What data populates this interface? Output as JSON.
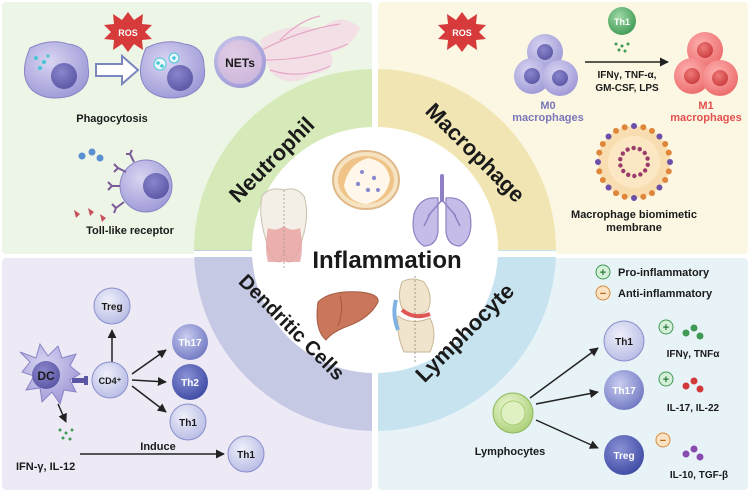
{
  "center": {
    "title": "Inflammation"
  },
  "ring": {
    "neutrophil": "Neutrophil",
    "macrophage": "Macrophage",
    "dendritic": "Dendritic Cells",
    "lymphocyte": "Lymphocyte"
  },
  "neutrophil_panel": {
    "ros": "ROS",
    "nets": "NETs",
    "phagocytosis": "Phagocytosis",
    "tlr": "Toll-like receptor"
  },
  "macrophage_panel": {
    "ros": "ROS",
    "th1": "Th1",
    "cytokines_line1": "IFNγ, TNF-α,",
    "cytokines_line2": "GM-CSF, LPS",
    "m0_line1": "M0",
    "m0_line2": "macrophages",
    "m1_line1": "M1",
    "m1_line2": "macrophages",
    "membrane_line1": "Macrophage biomimetic",
    "membrane_line2": "membrane"
  },
  "dc_panel": {
    "dc": "DC",
    "cd4": "CD4⁺",
    "treg": "Treg",
    "th17": "Th17",
    "th2": "Th2",
    "th1": "Th1",
    "th1_induced": "Th1",
    "induce": "Induce",
    "cytokines": "IFN-γ, IL-12"
  },
  "lymph_panel": {
    "legend_pro": "Pro-inflammatory",
    "legend_anti": "Anti-inflammatory",
    "plus": "+",
    "minus": "−",
    "th1": "Th1",
    "th17": "Th17",
    "treg": "Treg",
    "th1_cytokines": "IFNγ, TNFα",
    "th17_cytokines": "IL-17, IL-22",
    "treg_cytokines": "IL-10, TGF-β",
    "lymphocytes": "Lymphocytes"
  },
  "colors": {
    "neutrophil_bg": "#edf6e6",
    "macrophage_bg": "#fbf7e3",
    "dendritic_bg": "#edeaf6",
    "lymphocyte_bg": "#e8f3f8",
    "ring_green": "#d5e9b9",
    "ring_yellow": "#f1e6b3",
    "ring_purple": "#c6c9e4",
    "ring_blue": "#c6e3ef",
    "ros_red": "#d63a3a",
    "m1_red": "#e35050",
    "m0_purple": "#7a76b8"
  }
}
